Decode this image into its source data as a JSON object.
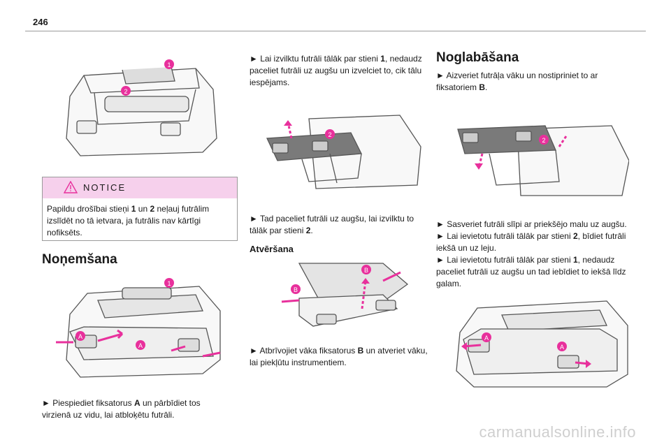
{
  "page": {
    "number": "246",
    "watermark": "carmanualsonline.info"
  },
  "notice": {
    "title": "NOTICE",
    "text_parts": [
      "Papildu drošībai stieņi ",
      "1",
      " un ",
      "2",
      " neļauj futrālim izslīdēt no tā ietvara, ja futrālis nav kārtīgi nofiksēts."
    ]
  },
  "sections": {
    "nonemsana": {
      "heading": "Noņemšana",
      "step1_parts": [
        "► Piespiediet fiksatorus ",
        "A",
        " un pārbīdiet tos virzienā uz vidu, lai atbloķētu futrāli."
      ]
    },
    "middle": {
      "step1_parts": [
        "► Lai izvilktu futrāli tālāk par stieni ",
        "1",
        ", nedaudz paceliet futrāli uz augšu un izvelciet to, cik tālu iespējams."
      ],
      "step2_parts": [
        "► Tad paceliet futrāli uz augšu, lai izvilktu to tālāk par stieni ",
        "2",
        "."
      ]
    },
    "atversana": {
      "heading": "Atvēršana",
      "step1_parts": [
        "► Atbrīvojiet vāka fiksatorus ",
        "B",
        " un atveriet vāku, lai piekļūtu instrumentiem."
      ]
    },
    "noglabasana": {
      "heading": "Noglabāšana",
      "step1_parts": [
        "► Aizveriet futrāļa vāku un nostipriniet to ar fiksatoriem ",
        "B",
        "."
      ],
      "step2_parts": [
        "► Sasveriet futrāli slīpi ar priekšējo malu uz augšu.",
        "► Lai ievietotu futrāli tālāk par stieni ",
        "2",
        ", bīdiet futrāli iekšā un uz leju.",
        "► Lai ievietotu futrāli tālāk par stieni ",
        "1",
        ", nedaudz paceliet futrāli uz augšu un tad iebīdiet to iekšā līdz galam."
      ]
    }
  },
  "callouts": {
    "one": "1",
    "two": "2",
    "a": "A",
    "b": "B"
  },
  "colors": {
    "accent": "#e8309c",
    "notice_bg": "#f6d0ec",
    "rule": "#9a9a9a"
  }
}
